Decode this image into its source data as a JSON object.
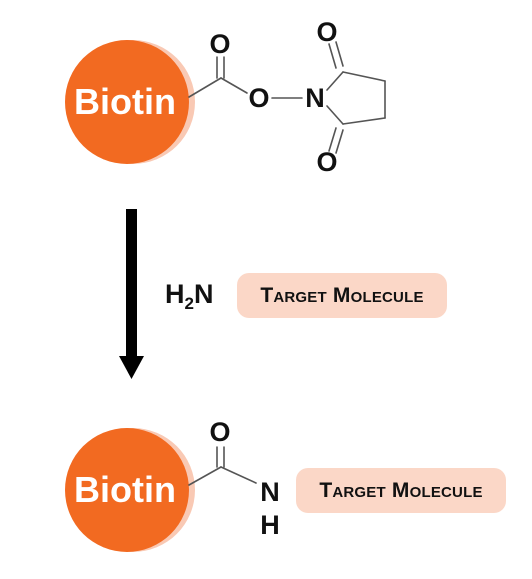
{
  "top_molecule": {
    "biotin_label": "Biotin",
    "carbonyl_o": "O",
    "ester_o": "O",
    "n_label": "N",
    "ring_o_top": "O",
    "ring_o_bottom": "O"
  },
  "reagent": {
    "h_label": "H",
    "subscript": "2",
    "n_label": "N",
    "target_label": "Target Molecule"
  },
  "bottom_molecule": {
    "biotin_label": "Biotin",
    "carbonyl_o": "O",
    "n_label": "N",
    "h_label": "H",
    "target_label": "Target Molecule"
  },
  "colors": {
    "biotin_orange": "#f26a21",
    "biotin_shadow": "#f9c9b4",
    "pill_fill": "#fbd7c7",
    "arrow": "#000000"
  }
}
